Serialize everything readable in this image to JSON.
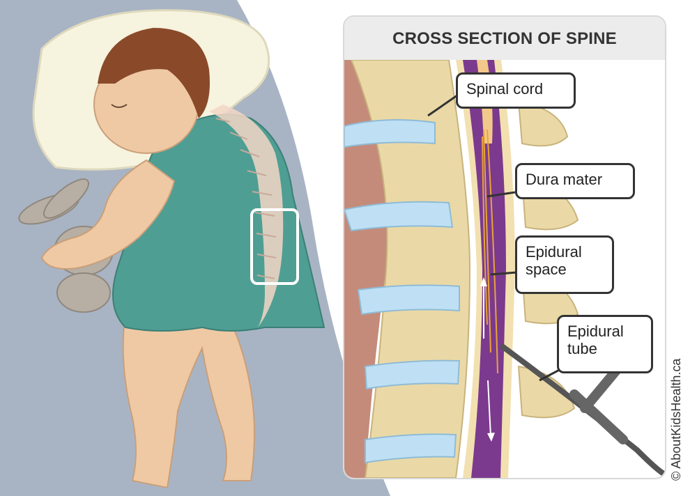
{
  "panel": {
    "title": "CROSS SECTION OF SPINE"
  },
  "labels": {
    "spinal_cord": "Spinal cord",
    "dura_mater": "Dura mater",
    "epidural_space": "Epidural space",
    "epidural_tube": "Epidural tube"
  },
  "copyright": "© AboutKidsHealth.ca",
  "colors": {
    "background": "#a8b4c4",
    "gown": "#4f9e93",
    "skin": "#efc9a4",
    "hair": "#8a4a2a",
    "pillow": "#f6f3df",
    "vertebra": "#ead9a6",
    "disc": "#bfe0f4",
    "spinal_cord": "#7b3a8e",
    "nerve": "#e8a43a"
  }
}
